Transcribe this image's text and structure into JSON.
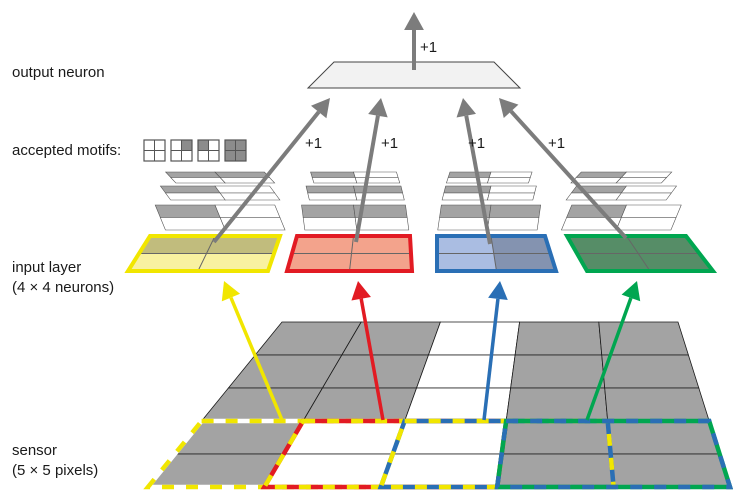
{
  "labels": {
    "output_neuron": "output neuron",
    "accepted_motifs": "accepted motifs:",
    "input_layer_line1": "input layer",
    "input_layer_line2": "(4 × 4 neurons)",
    "sensor_line1": "sensor",
    "sensor_line2": "(5 × 5 pixels)"
  },
  "plus_labels": {
    "output": "+1",
    "arrow_1": "+1",
    "arrow_2": "+1",
    "arrow_3": "+1",
    "arrow_4": "+1"
  },
  "motif_icons": [
    {
      "name": "all-white"
    },
    {
      "name": "top-right-gray"
    },
    {
      "name": "top-left-gray"
    },
    {
      "name": "all-gray"
    }
  ],
  "neuron_colors": [
    {
      "name": "yellow",
      "stroke": "#f1e600",
      "fill": "#f8f1a0"
    },
    {
      "name": "red",
      "stroke": "#e21b23",
      "fill": "#f3a38c"
    },
    {
      "name": "blue",
      "stroke": "#2a6fb5",
      "fill": "#aabde2"
    },
    {
      "name": "green",
      "stroke": "#00a650",
      "fill": "#6fb585"
    }
  ],
  "sensor_pattern": [
    [
      1,
      1,
      0,
      1,
      1
    ],
    [
      1,
      1,
      0,
      1,
      1
    ],
    [
      1,
      1,
      0,
      1,
      1
    ],
    [
      1,
      0,
      0,
      1,
      1
    ],
    [
      1,
      0,
      0,
      1,
      1
    ]
  ]
}
